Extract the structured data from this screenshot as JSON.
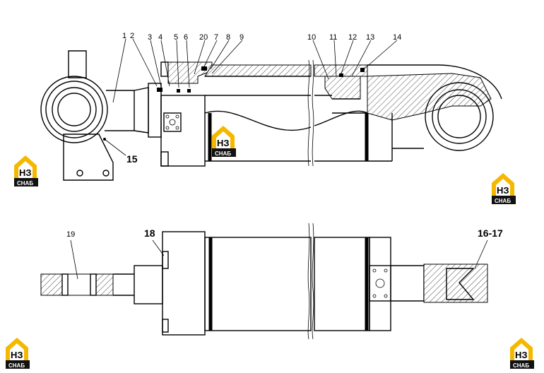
{
  "part_labels": {
    "p1": "1",
    "p2": "2",
    "p3": "3",
    "p4": "4",
    "p5": "5",
    "p6": "6",
    "p20": "20",
    "p7": "7",
    "p8": "8",
    "p9": "9",
    "p10": "10",
    "p11": "11",
    "p12": "12",
    "p13": "13",
    "p14": "14",
    "p15": "15",
    "p18": "18",
    "p19": "19",
    "p16_17": "16-17"
  },
  "watermark": {
    "main": "НЗ",
    "sub": "СНАБ",
    "accent_color": "#f5b800"
  }
}
